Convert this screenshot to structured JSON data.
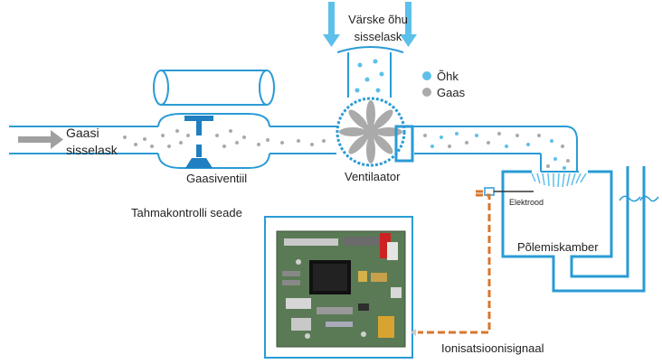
{
  "labels": {
    "gas_inlet_line1": "Gaasi",
    "gas_inlet_line2": "sisselask",
    "fresh_air_line1": "Värske õhu",
    "fresh_air_line2": "sisselask",
    "gas_valve": "Gaasiventiil",
    "fan": "Ventilaator",
    "soot_control": "Tahmakontrolli seade",
    "electrode": "Elektrood",
    "combustion_chamber": "Põlemiskamber",
    "ionisation_signal": "Ionisatsioonisignaal"
  },
  "legend": {
    "air": "Õhk",
    "gas": "Gaas"
  },
  "colors": {
    "pipe": "#2a9bd6",
    "air_dot": "#5cc0ea",
    "gas_dot": "#aaaaaa",
    "valve": "#1f7fc0",
    "signal_line": "#d9762b",
    "arrow_gray": "#a0a0a0"
  }
}
